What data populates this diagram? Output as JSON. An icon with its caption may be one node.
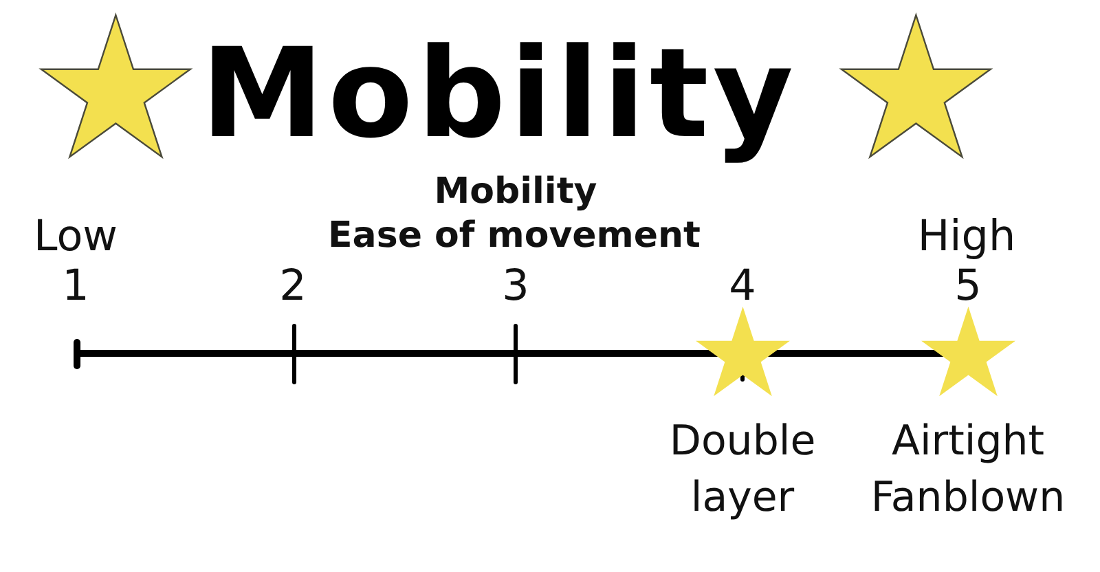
{
  "diagram": {
    "title": "Mobility",
    "labels": [
      "Mobility",
      "Low",
      "Ease of movement",
      "High",
      "1",
      "2",
      "3",
      "4",
      "5",
      "Double layer",
      "Airtight Fanblown"
    ]
  }
}
